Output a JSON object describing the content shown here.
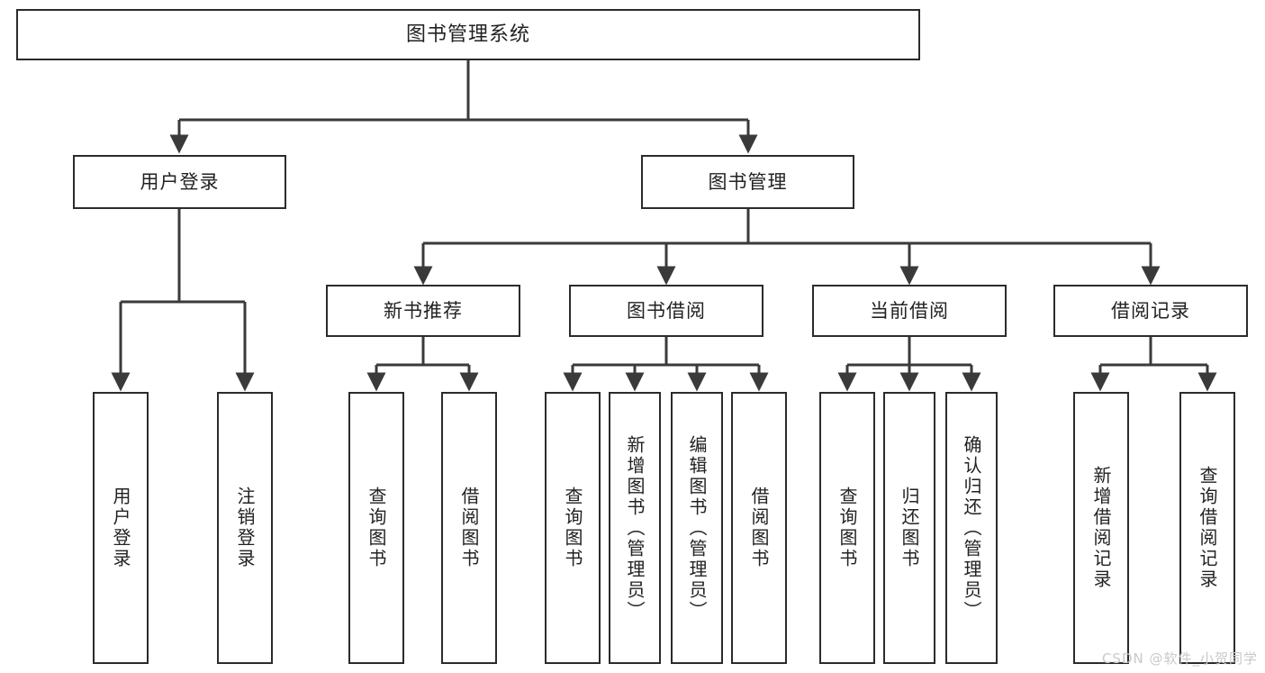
{
  "diagram": {
    "title": "图书管理系统",
    "watermark": "CSDN @软件_小贺同学",
    "colors": {
      "box_border": "#2b2b2b",
      "box_fill": "#ffffff",
      "connector": "#3a3a3a",
      "text": "#222222",
      "watermark": "#c9c9c9"
    },
    "root": {
      "label": "图书管理系统"
    },
    "level2": [
      {
        "label": "用户登录"
      },
      {
        "label": "图书管理"
      }
    ],
    "level3": [
      {
        "label": "新书推荐"
      },
      {
        "label": "图书借阅"
      },
      {
        "label": "当前借阅"
      },
      {
        "label": "借阅记录"
      }
    ],
    "leaves": {
      "user_login": [
        {
          "label": "用户登录"
        },
        {
          "label": "注销登录"
        }
      ],
      "new_book": [
        {
          "label": "查询图书"
        },
        {
          "label": "借阅图书"
        }
      ],
      "book_borrow": [
        {
          "label": "查询图书"
        },
        {
          "label": "新增图书（管理员）"
        },
        {
          "label": "编辑图书（管理员）"
        },
        {
          "label": "借阅图书"
        }
      ],
      "current_borrow": [
        {
          "label": "查询图书"
        },
        {
          "label": "归还图书"
        },
        {
          "label": "确认归还（管理员）"
        }
      ],
      "borrow_record": [
        {
          "label": "新增借阅记录"
        },
        {
          "label": "查询借阅记录"
        }
      ]
    }
  }
}
